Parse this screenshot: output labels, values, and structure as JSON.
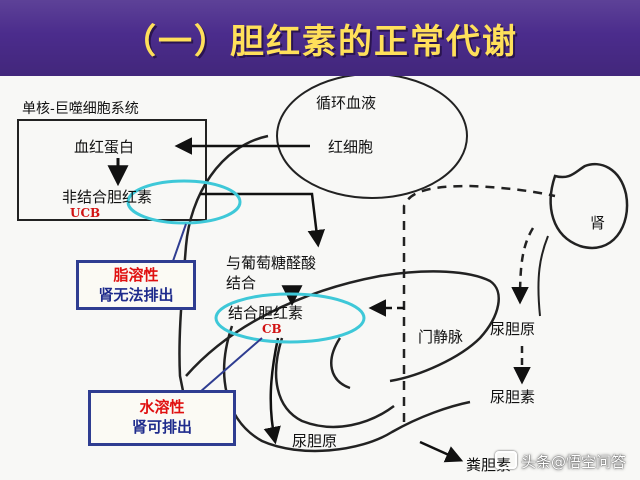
{
  "title": "（一）胆红素的正常代谢",
  "labels": {
    "mono_system": "单核-巨噬细胞系统",
    "hemoglobin": "血红蛋白",
    "unconjugated": "非结合胆红素",
    "ucb": "UCB",
    "circulation": "循环血液",
    "red_cell": "红细胞",
    "glucuronic_1": "与葡萄糖醛酸",
    "glucuronic_2": "结合",
    "conjugated": "结合胆红素",
    "cb": "CB",
    "portal_vein": "门静脉",
    "kidney": "肾",
    "urobilinogen_kidney": "尿胆原",
    "urobilin": "尿胆素",
    "urobilinogen_gut": "尿胆原",
    "stercobilin": "粪胆素"
  },
  "callouts": {
    "fat_soluble": {
      "title": "脂溶性",
      "note": "肾无法排出"
    },
    "water_soluble": {
      "title": "水溶性",
      "note": "肾可排出"
    }
  },
  "watermark": "头条@悟空问答",
  "colors": {
    "title_bg": "#4b2c8c",
    "title_text": "#ffe05a",
    "highlight_ellipse": "#3ec8d8",
    "callout_border": "#2f3d91",
    "callout_red": "#e01010",
    "callout_blue": "#1e2b8c",
    "abbr_red": "#d11212"
  }
}
